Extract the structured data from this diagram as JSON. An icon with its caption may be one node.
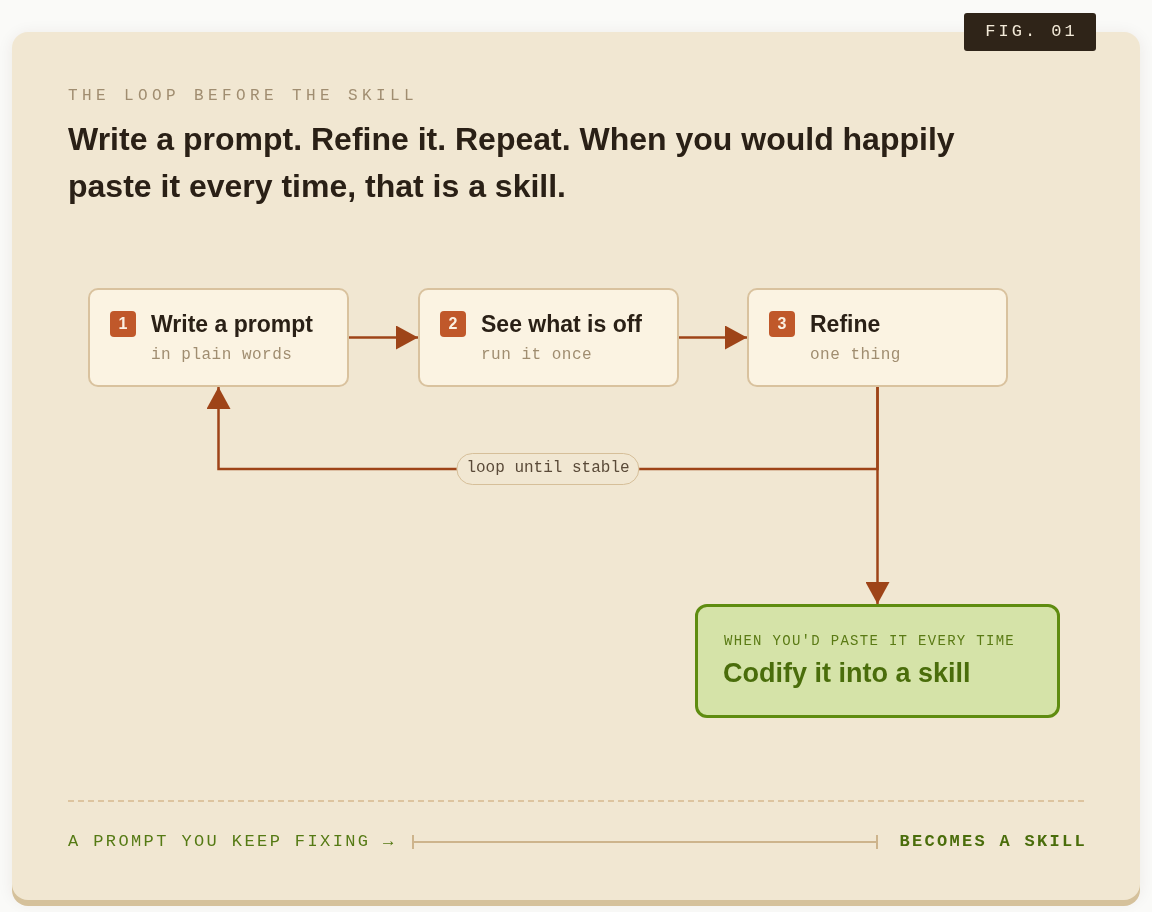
{
  "diagram": {
    "title": "Write a prompt. Refine it. Repeat. When you would happily paste it every time, that is a skill.",
    "nodes": [
      {
        "text": [
          "1",
          "Write a prompt",
          "in plain words"
        ]
      },
      {
        "text": [
          "2",
          "See what is off",
          "run it once"
        ]
      },
      {
        "text": [
          "3",
          "Refine",
          "one thing"
        ]
      },
      {
        "text": [
          "WHEN YOU'D PASTE IT EVERY TIME",
          "Codify it into a skill"
        ]
      }
    ],
    "edges": [
      {
        "from": 0,
        "to": 1,
        "arrow": "to"
      },
      {
        "from": 1,
        "to": 2,
        "arrow": "to"
      },
      {
        "from": 2,
        "to": 0,
        "arrow": "to",
        "label": "loop until stable"
      },
      {
        "from": 2,
        "to": 3,
        "arrow": "to"
      }
    ],
    "labels": [
      "FIG. 01",
      "THE LOOP BEFORE THE SKILL",
      "A PROMPT YOU KEEP FIXING →",
      "BECOMES A SKILL"
    ]
  }
}
